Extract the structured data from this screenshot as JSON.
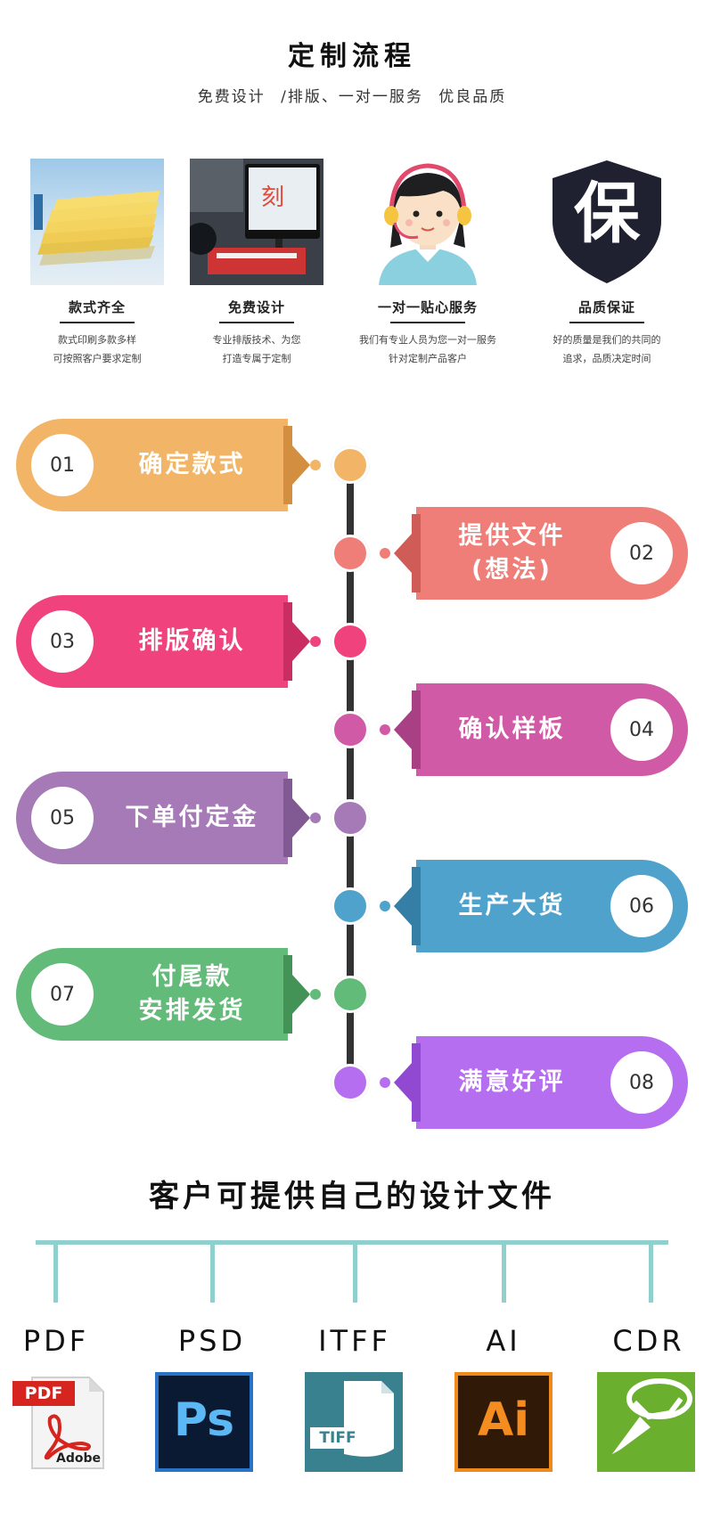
{
  "header": {
    "title": "定制流程",
    "subtitle": "免费设计 /排版、一对一服务  优良品质"
  },
  "features": [
    {
      "title": "款式齐全",
      "desc": "款式印刷多款多样\n可按照客户要求定制",
      "icon": "book-stack-photo"
    },
    {
      "title": "免费设计",
      "desc": "专业排版技术、为您\n打造专属于定制",
      "icon": "designer-monitor-photo"
    },
    {
      "title": "一对一贴心服务",
      "desc": "我们有专业人员为您一对一服务\n针对定制产品客户",
      "icon": "customer-service-icon"
    },
    {
      "title": "品质保证",
      "desc": "好的质量是我们的共同的\n追求，品质决定时间",
      "icon": "shield-icon",
      "badge": "保"
    }
  ],
  "process": {
    "steps": [
      {
        "num": "01",
        "label": "确定款式",
        "color": "#f2b567",
        "dark": "#d38e3f"
      },
      {
        "num": "02",
        "label": "提供文件\n(想法)",
        "color": "#f07e78",
        "dark": "#d05c58"
      },
      {
        "num": "03",
        "label": "排版确认",
        "color": "#f0437d",
        "dark": "#c92d62"
      },
      {
        "num": "04",
        "label": "确认样板",
        "color": "#d15aa7",
        "dark": "#a94086"
      },
      {
        "num": "05",
        "label": "下单付定金",
        "color": "#a57ab6",
        "dark": "#815a94"
      },
      {
        "num": "06",
        "label": "生产大货",
        "color": "#4ea2cb",
        "dark": "#357fa6"
      },
      {
        "num": "07",
        "label": "付尾款\n安排发货",
        "color": "#62bb78",
        "dark": "#439356"
      },
      {
        "num": "08",
        "label": "满意好评",
        "color": "#b66ef0",
        "dark": "#9049d0"
      }
    ]
  },
  "files": {
    "title": "客户可提供自己的设计文件",
    "types": [
      {
        "name": "PDF",
        "icon": "pdf-icon",
        "label": "PDF",
        "sub": "Adobe"
      },
      {
        "name": "PSD",
        "icon": "photoshop-icon",
        "label": "Ps"
      },
      {
        "name": "ITFF",
        "icon": "tiff-icon",
        "label": "TIFF"
      },
      {
        "name": "AI",
        "icon": "illustrator-icon",
        "label": "Ai"
      },
      {
        "name": "CDR",
        "icon": "coreldraw-icon"
      }
    ]
  }
}
